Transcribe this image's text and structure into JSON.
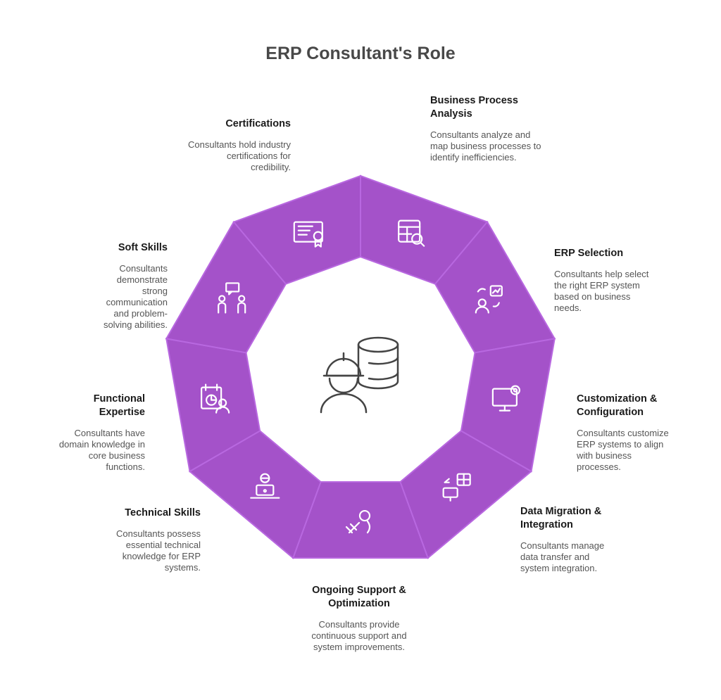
{
  "title": "ERP Consultant's Role",
  "colors": {
    "segment": "#A452C9",
    "segment_border": "#B868E0",
    "icon": "#ffffff",
    "center_icon": "#444444"
  },
  "center_icon": "consultant-database-icon",
  "segments": [
    {
      "title": "Business Process Analysis",
      "desc": "Consultants analyze and map business processes to identify inefficiencies.",
      "icon": "table-search-icon"
    },
    {
      "title": "ERP Selection",
      "desc": "Consultants help select the right ERP system based on business needs.",
      "icon": "user-chart-exchange-icon"
    },
    {
      "title": "Customization & Configuration",
      "desc": "Consultants customize ERP systems to align with business processes.",
      "icon": "monitor-gear-icon"
    },
    {
      "title": "Data Migration & Integration",
      "desc": "Consultants manage data transfer and system integration.",
      "icon": "data-transfer-icon"
    },
    {
      "title": "Ongoing Support & Optimization",
      "desc": "Consultants provide continuous support and system improvements.",
      "icon": "wrench-hand-icon"
    },
    {
      "title": "Technical Skills",
      "desc": "Consultants possess essential technical knowledge for ERP systems.",
      "icon": "laptop-user-icon"
    },
    {
      "title": "Functional Expertise",
      "desc": "Consultants have domain knowledge in core business functions.",
      "icon": "calendar-chart-user-icon"
    },
    {
      "title": "Soft Skills",
      "desc": "Consultants demonstrate strong communication and problem-solving abilities.",
      "icon": "people-chat-icon"
    },
    {
      "title": "Certifications",
      "desc": "Consultants hold industry certifications for credibility.",
      "icon": "certificate-icon"
    }
  ]
}
